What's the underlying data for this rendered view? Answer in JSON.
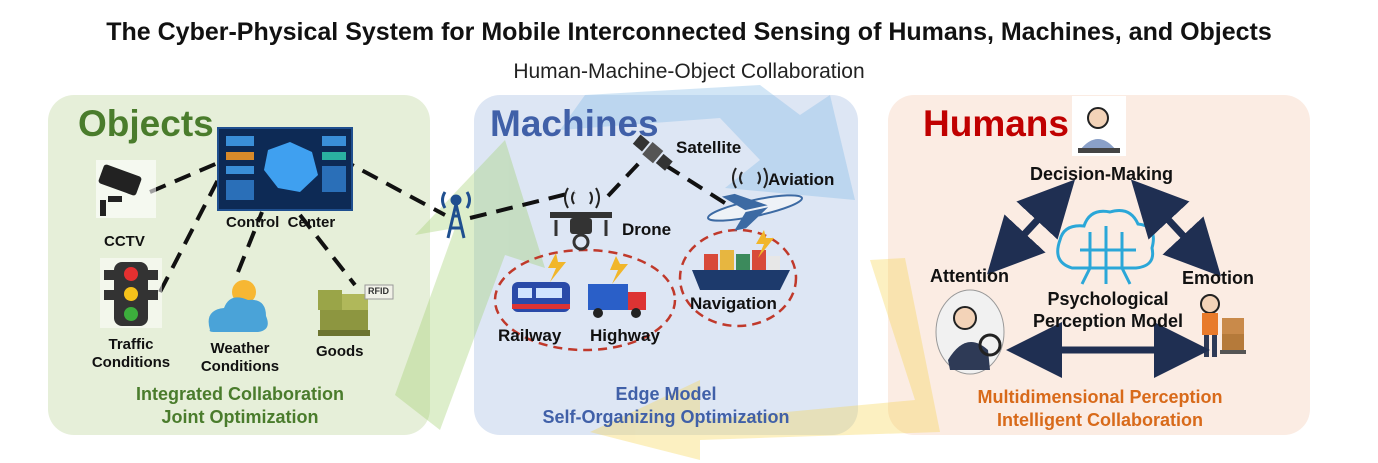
{
  "title": "The Cyber-Physical System for Mobile Interconnected Sensing of Humans, Machines, and Objects",
  "subtitle": "Human-Machine-Object Collaboration",
  "colors": {
    "objects": "#4a7c2c",
    "machines": "#4060a8",
    "humans": "#c00000",
    "humans_footer": "#d86a1a",
    "objects_bg": "#e6efd9",
    "machines_bg": "#dde6f4",
    "humans_bg": "#fbece3",
    "arrow_navy": "#1f2f52"
  },
  "objects": {
    "heading": "Objects",
    "control_center": "Control  Center",
    "cctv": "CCTV",
    "traffic": [
      "Traffic",
      "Conditions"
    ],
    "weather": [
      "Weather",
      "Conditions"
    ],
    "goods": "Goods",
    "rfid": "RFID",
    "footer": [
      "Integrated Collaboration",
      "Joint Optimization"
    ]
  },
  "machines": {
    "heading": "Machines",
    "satellite": "Satellite",
    "aviation": "Aviation",
    "drone": "Drone",
    "navigation": "Navigation",
    "railway": "Railway",
    "highway": "Highway",
    "footer": [
      "Edge Model",
      "Self-Organizing Optimization"
    ]
  },
  "humans": {
    "heading": "Humans",
    "decision": "Decision-Making",
    "attention": "Attention",
    "emotion": "Emotion",
    "model": [
      "Psychological",
      "Perception Model"
    ],
    "footer": [
      "Multidimensional Perception",
      "Intelligent Collaboration"
    ]
  }
}
